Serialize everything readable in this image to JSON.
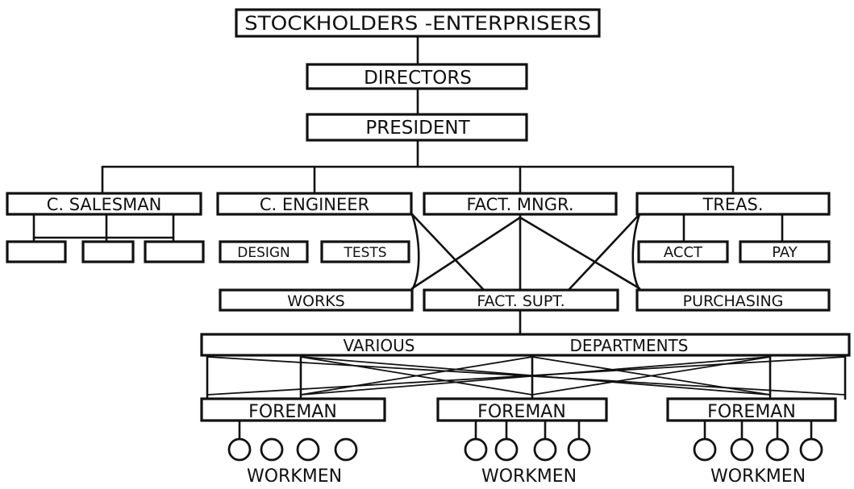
{
  "org_chart": {
    "stockholders": "STOCKHOLDERS -ENTERPRISERS",
    "directors": "DIRECTORS",
    "president": "PRESIDENT",
    "chief_salesman": "C. SALESMAN",
    "chief_engineer": "C. ENGINEER",
    "factory_manager": "FACT. MNGR.",
    "treasurer": "TREAS.",
    "design": "DESIGN",
    "tests": "TESTS",
    "accounting": "ACCT",
    "pay": "PAY",
    "works": "WORKS",
    "factory_superintendent": "FACT. SUPT.",
    "purchasing": "PURCHASING",
    "various": "VARIOUS",
    "departments": "DEPARTMENTS",
    "foremen": [
      "FOREMAN",
      "FOREMAN",
      "FOREMAN"
    ],
    "workmen": [
      "WORKMEN",
      "WORKMEN",
      "WORKMEN"
    ]
  }
}
